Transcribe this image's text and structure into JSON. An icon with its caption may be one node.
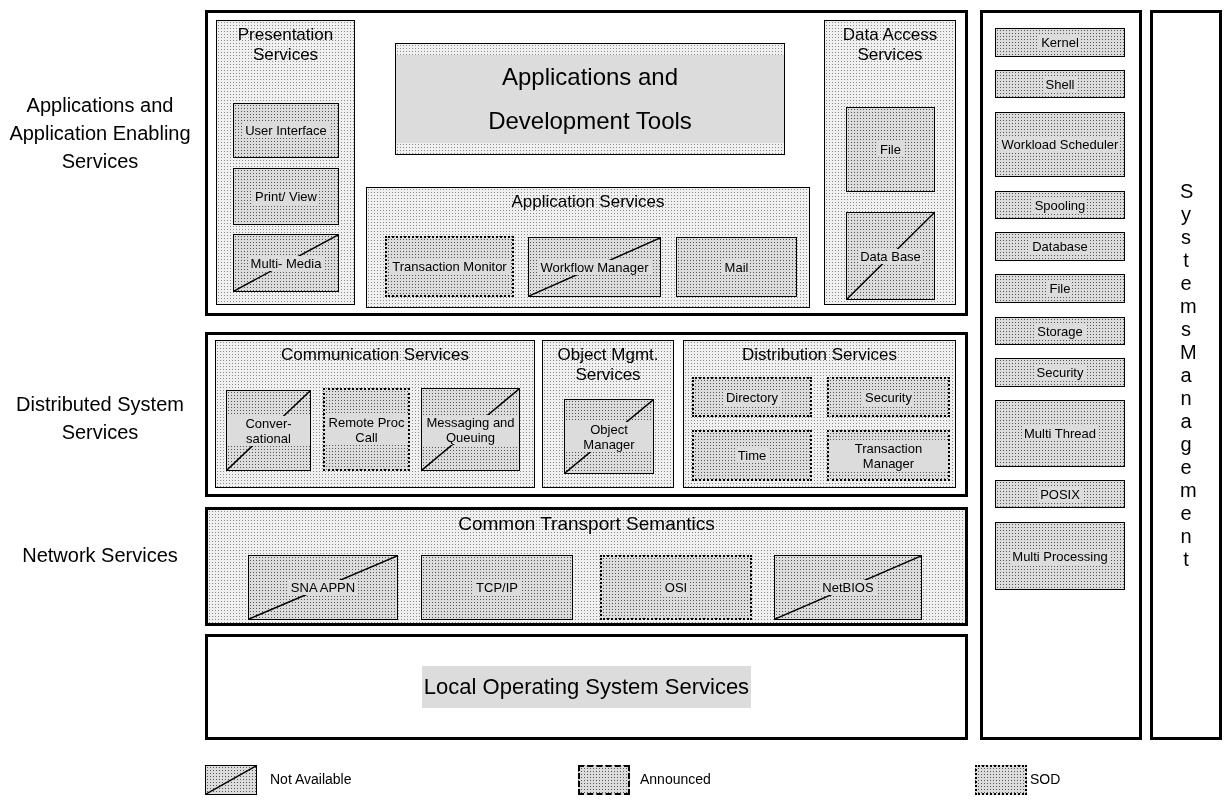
{
  "diagram": {
    "nodes": [
      {
        "text": [],
        "shape": "box"
      },
      {
        "text": [
          "Presentation Services"
        ],
        "in": 0
      },
      {
        "text": [
          "User Interface"
        ],
        "in": 1
      },
      {
        "text": [
          "Print/ View"
        ],
        "in": 1
      },
      {
        "text": [
          "Multi- Media"
        ],
        "in": 1
      },
      {
        "text": [
          "Applications and Development Tools"
        ],
        "in": 0
      },
      {
        "text": [
          "Application Services"
        ],
        "in": 0
      },
      {
        "text": [
          "Transaction Monitor"
        ],
        "in": 6
      },
      {
        "text": [
          "Workflow Manager"
        ],
        "in": 6
      },
      {
        "text": [
          "Mail"
        ],
        "in": 6
      },
      {
        "text": [
          "Data Access Services"
        ],
        "in": 0
      },
      {
        "text": [
          "File"
        ],
        "in": 10
      },
      {
        "text": [
          "Data Base"
        ],
        "in": 10
      },
      {
        "text": [],
        "shape": "box"
      },
      {
        "text": [
          "Communication Services"
        ],
        "in": 13
      },
      {
        "text": [
          "Conver- sational"
        ],
        "in": 14
      },
      {
        "text": [
          "Remote Proc Call"
        ],
        "in": 14
      },
      {
        "text": [
          "Messaging and Queuing"
        ],
        "in": 14
      },
      {
        "text": [
          "Object Mgmt. Services"
        ],
        "in": 13
      },
      {
        "text": [
          "Object Manager"
        ],
        "in": 18
      },
      {
        "text": [
          "Distribution Services"
        ],
        "in": 13
      },
      {
        "text": [
          "Directory"
        ],
        "in": 20
      },
      {
        "text": [
          "Security"
        ],
        "in": 20
      },
      {
        "text": [
          "Time"
        ],
        "in": 20
      },
      {
        "text": [
          "Transaction Manager"
        ],
        "in": 20
      },
      {
        "text": [
          "Common Transport Semantics"
        ]
      },
      {
        "text": [
          "SNA APPN"
        ],
        "in": 25
      },
      {
        "text": [
          "TCP/IP"
        ],
        "in": 25
      },
      {
        "text": [
          "OSI"
        ],
        "in": 25
      },
      {
        "text": [
          "NetBIOS"
        ],
        "in": 25
      },
      {
        "text": [
          "Local Operating System Services"
        ]
      },
      {
        "text": [],
        "shape": "box"
      },
      {
        "text": [
          "Kernel"
        ],
        "in": 31
      },
      {
        "text": [
          "Shell"
        ],
        "in": 31
      },
      {
        "text": [
          "Workload Scheduler"
        ],
        "in": 31
      },
      {
        "text": [
          "Spooling"
        ],
        "in": 31
      },
      {
        "text": [
          "Database"
        ],
        "in": 31
      },
      {
        "text": [
          "File"
        ],
        "in": 31
      },
      {
        "text": [
          "Storage"
        ],
        "in": 31
      },
      {
        "text": [
          "Security"
        ],
        "in": 31
      },
      {
        "text": [
          "Multi Thread"
        ],
        "in": 31
      },
      {
        "text": [
          "POSIX"
        ],
        "in": 31
      },
      {
        "text": [
          "Multi Processing"
        ],
        "in": 31
      },
      {
        "text": [
          "Systems Management"
        ]
      }
    ],
    "labels": [
      "Applications and Application Enabling Services",
      "Distributed System Services",
      "Network Services"
    ],
    "legend": [
      {
        "text": "Not Available"
      },
      {
        "text": "Announced"
      },
      {
        "text": "SOD"
      }
    ]
  }
}
